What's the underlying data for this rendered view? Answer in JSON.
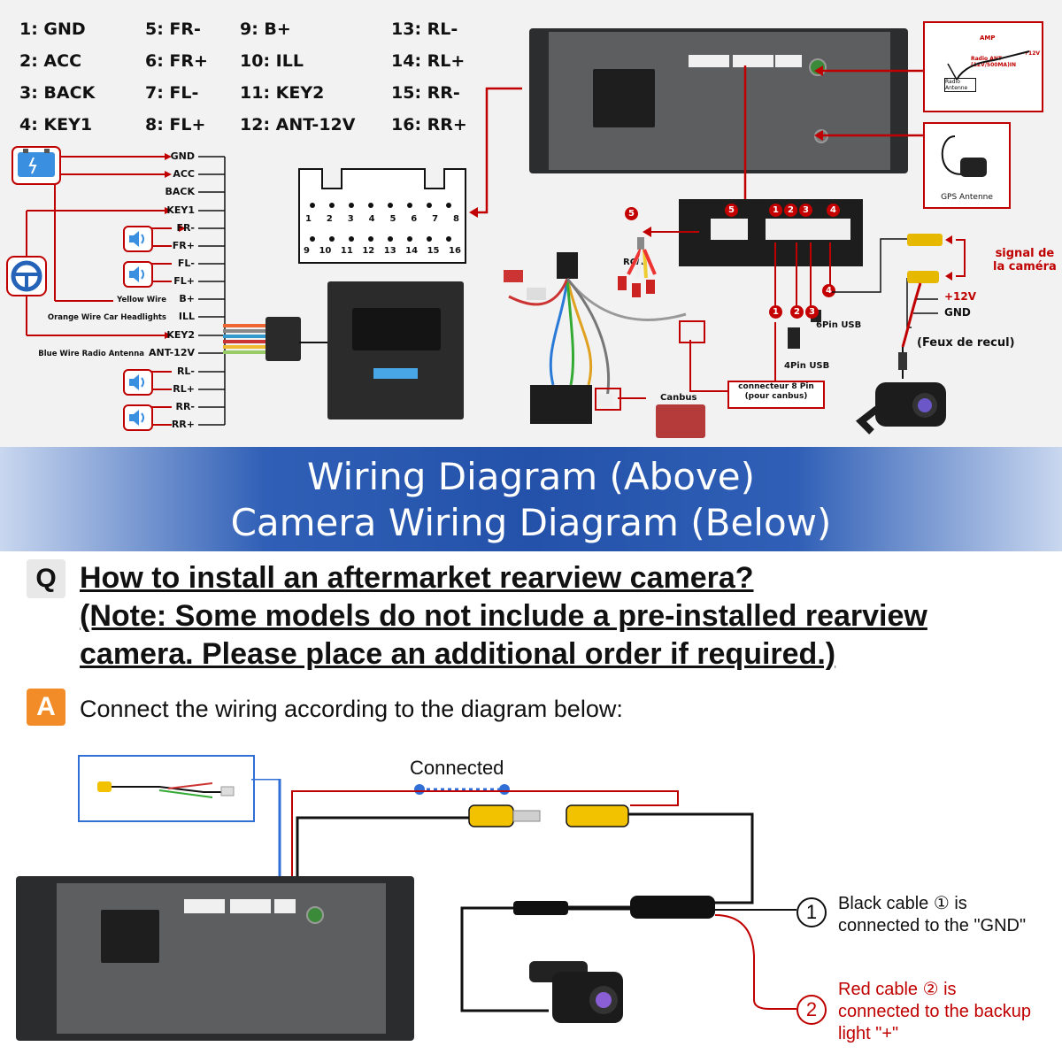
{
  "pin_table": [
    [
      "1: GND",
      "5: FR-",
      "9: B+",
      "13: RL-"
    ],
    [
      "2: ACC",
      "6: FR+",
      "10: ILL",
      "14: RL+"
    ],
    [
      "3: BACK",
      "7: FL-",
      "11: KEY2",
      "15: RR-"
    ],
    [
      "4: KEY1",
      "8: FL+",
      "12: ANT-12V",
      "16: RR+"
    ]
  ],
  "wire_labels": [
    "GND",
    "ACC",
    "BACK",
    "KEY1",
    "FR-",
    "FR+",
    "FL-",
    "FL+",
    "B+",
    "ILL",
    "KEY2",
    "ANT-12V",
    "RL-",
    "RL+",
    "RR-",
    "RR+"
  ],
  "wire_notes": {
    "yellow": "Yellow Wire",
    "orange": "Orange Wire Car Headlights",
    "blue": "Blue Wire Radio Antenna"
  },
  "connector_top_numbers": [
    "1",
    "2",
    "3",
    "4",
    "5",
    "6",
    "7",
    "8"
  ],
  "connector_bottom_numbers": [
    "9",
    "10",
    "11",
    "12",
    "13",
    "14",
    "15",
    "16"
  ],
  "amp_box": {
    "amp": "AMP",
    "v12": "+12V",
    "radio_ant": "Radio ANT (12V/500MA)IN",
    "radio_antenne": "Radio Antenne"
  },
  "gps_label": "GPS Antenne",
  "rca_label": "RCA",
  "canbus_label": "Canbus",
  "connector8": {
    "line1": "connecteur 8 Pin",
    "line2": "(pour canbus)"
  },
  "usb6": "6Pin USB",
  "usb4": "4Pin USB",
  "signal": {
    "line1": "signal de",
    "line2": "la caméra"
  },
  "camera_top": {
    "plus12": "+12V",
    "gnd": "GND",
    "feux": "(Feux de recul)"
  },
  "badges": [
    "5",
    "1",
    "2",
    "3",
    "4"
  ],
  "banner": {
    "line1": "Wiring Diagram (Above)",
    "line2": "Camera Wiring Diagram (Below)"
  },
  "question": {
    "badge": "Q",
    "line1": "How to install an aftermarket rearview camera? ",
    "line2": "(Note: Some models do not include a pre-installed rearview ",
    "line3": "camera. Please place an additional order if required.)"
  },
  "answer": {
    "badge": "A",
    "text": "Connect the wiring according to the diagram below:"
  },
  "connected_label": "Connected",
  "note1": {
    "num": "1",
    "line1": "Black cable ① is",
    "line2": "connected to the \"GND\""
  },
  "note2": {
    "num": "2",
    "line1": "Red cable ② is",
    "line2": "connected to the backup",
    "line3": "light \"+\""
  },
  "colors": {
    "red": "#c00000",
    "blue": "#2452aa",
    "orange": "#f28c28",
    "yellow": "#f2c200",
    "panel": "#585a5c"
  }
}
